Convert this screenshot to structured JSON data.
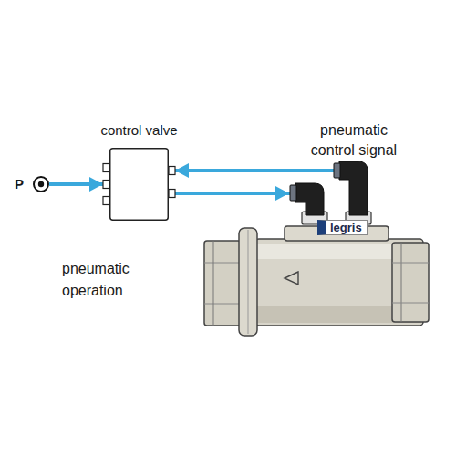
{
  "diagram": {
    "nodes": [
      {
        "text": [
          "P"
        ]
      },
      {
        "text": [
          "control valve"
        ]
      },
      {
        "text": [
          "legris"
        ]
      }
    ],
    "edges": [
      {
        "from": 0,
        "to": 1,
        "arrow": "to"
      },
      {
        "from": 2,
        "to": 1,
        "label": "pneumatic control signal",
        "arrow": "to"
      },
      {
        "from": 1,
        "to": 2,
        "arrow": "to"
      }
    ],
    "labels": [
      "pneumatic operation"
    ]
  }
}
